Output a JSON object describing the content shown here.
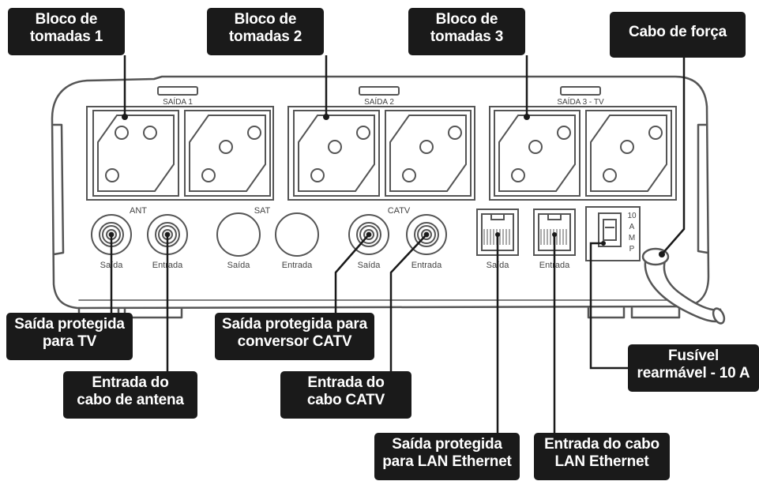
{
  "callouts": {
    "bloco1": {
      "line1": "Bloco de",
      "line2": "tomadas 1"
    },
    "bloco2": {
      "line1": "Bloco de",
      "line2": "tomadas 2"
    },
    "bloco3": {
      "line1": "Bloco de",
      "line2": "tomadas 3"
    },
    "cabo_forca": {
      "line1": "Cabo de força"
    },
    "saida_tv": {
      "line1": "Saída protegida",
      "line2": "para TV"
    },
    "entrada_antena": {
      "line1": "Entrada do",
      "line2": "cabo de antena"
    },
    "saida_catv": {
      "line1": "Saída protegida para",
      "line2": "conversor CATV"
    },
    "entrada_catv": {
      "line1": "Entrada do",
      "line2": "cabo CATV"
    },
    "saida_lan": {
      "line1": "Saída protegida",
      "line2": "para LAN Ethernet"
    },
    "entrada_lan": {
      "line1": "Entrada do cabo",
      "line2": "LAN Ethernet"
    },
    "fusivel": {
      "line1": "Fusível",
      "line2": "rearmável - 10 A"
    }
  },
  "device_labels": {
    "saida1": "SAÍDA 1",
    "saida2": "SAÍDA 2",
    "saida3": "SAÍDA 3 - TV",
    "ant": "ANT",
    "sat": "SAT",
    "catv": "CATV",
    "saida": "Saída",
    "entrada": "Entrada",
    "fuse_10": "10",
    "fuse_a": "A",
    "fuse_m": "M",
    "fuse_p": "P"
  },
  "colors": {
    "outline": "#555555",
    "callout_bg": "#1a1a1a",
    "callout_text": "#ffffff"
  }
}
